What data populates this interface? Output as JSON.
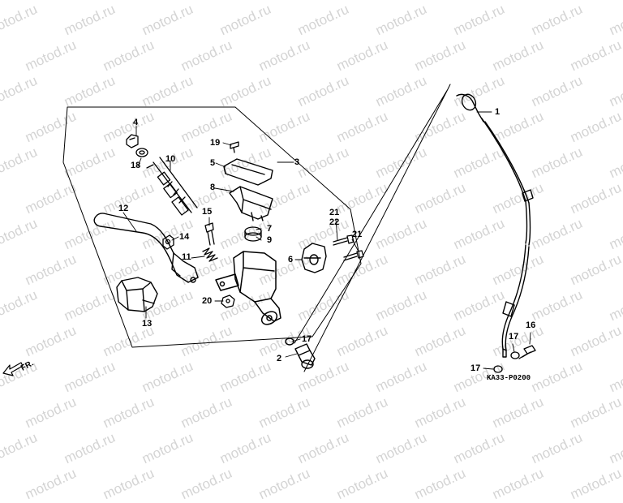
{
  "watermark": {
    "text": "motod.ru",
    "color": "#d4d4d4"
  },
  "diagram": {
    "figure_code": "KA33-P0200",
    "direction_marker": "FR.",
    "callouts": [
      {
        "id": "c1",
        "text": "1"
      },
      {
        "id": "c2",
        "text": "2"
      },
      {
        "id": "c3",
        "text": "3"
      },
      {
        "id": "c4",
        "text": "4"
      },
      {
        "id": "c5",
        "text": "5"
      },
      {
        "id": "c6",
        "text": "6"
      },
      {
        "id": "c7",
        "text": "7"
      },
      {
        "id": "c8",
        "text": "8"
      },
      {
        "id": "c9",
        "text": "9"
      },
      {
        "id": "c10",
        "text": "10"
      },
      {
        "id": "c11",
        "text": "11"
      },
      {
        "id": "c12",
        "text": "12"
      },
      {
        "id": "c13",
        "text": "13"
      },
      {
        "id": "c14",
        "text": "14"
      },
      {
        "id": "c15",
        "text": "15"
      },
      {
        "id": "c16",
        "text": "16"
      },
      {
        "id": "c17a",
        "text": "17"
      },
      {
        "id": "c17b",
        "text": "17"
      },
      {
        "id": "c17c",
        "text": "17"
      },
      {
        "id": "c18",
        "text": "18"
      },
      {
        "id": "c19",
        "text": "19"
      },
      {
        "id": "c20",
        "text": "20"
      },
      {
        "id": "c21a",
        "text": "21"
      },
      {
        "id": "c21b",
        "text": "21"
      },
      {
        "id": "c22",
        "text": "22"
      }
    ]
  }
}
